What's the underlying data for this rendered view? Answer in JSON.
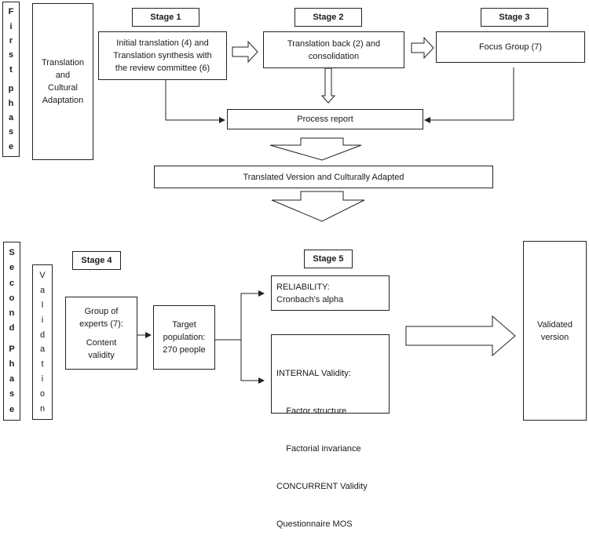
{
  "first_phase": {
    "label": "First phase",
    "chars": [
      "F",
      "i",
      "r",
      "s",
      "t",
      "",
      "p",
      "h",
      "a",
      "s",
      "e"
    ],
    "title": "Translation and Cultural Adaptation",
    "title_lines": [
      "Translation",
      "and",
      "Cultural",
      "Adaptation"
    ]
  },
  "stages_top": {
    "stage1": "Stage 1",
    "stage2": "Stage 2",
    "stage3": "Stage 3"
  },
  "boxes_top": {
    "initial_translation_lines": [
      "Initial translation (4) and",
      "Translation synthesis with",
      "the review committee (6)"
    ],
    "translation_back_lines": [
      "Translation back (2) and",
      "consolidation"
    ],
    "focus_group": "Focus Group (7)",
    "process_report": "Process report",
    "translated_version": "Translated Version and Culturally Adapted"
  },
  "second_phase": {
    "label": "Second Phase",
    "chars": [
      "S",
      "e",
      "c",
      "o",
      "n",
      "d",
      "",
      "P",
      "h",
      "a",
      "s",
      "e"
    ],
    "validation_chars": [
      "V",
      "a",
      "l",
      "i",
      "d",
      "a",
      "t",
      "i",
      "o",
      "n"
    ]
  },
  "stages_bottom": {
    "stage4": "Stage 4",
    "stage5": "Stage 5"
  },
  "boxes_bottom": {
    "experts_lines": [
      "Group of",
      "experts (7):",
      "",
      "Content",
      "validity"
    ],
    "target_lines": [
      "Target",
      "population:",
      "270 people"
    ],
    "reliability_lines": [
      "RELIABILITY:",
      "Cronbach's alpha"
    ],
    "internal_lines": [
      "INTERNAL Validity:",
      "    Factor structure",
      "    Factorial invariance",
      "CONCURRENT Validity",
      "Questionnaire MOS"
    ],
    "validated_lines": [
      "Validated",
      "version"
    ]
  }
}
